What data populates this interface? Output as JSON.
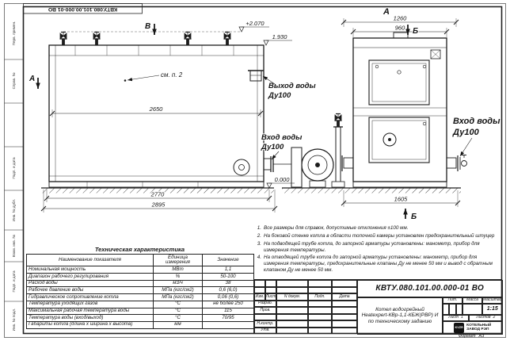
{
  "meta": {
    "doc_number_top": "КВТУ.080.101.00.000-01 ВО"
  },
  "side_strip": {
    "labels": [
      "Перв. примен.",
      "Справ. №",
      "Подп. и дата",
      "Инв. № дубл.",
      "Взам. инв. №",
      "Подп. и дата",
      "Инв. № подл."
    ]
  },
  "drawing": {
    "view_markers": {
      "a": "А",
      "b": "Б",
      "v": "В"
    },
    "see_note": "см. п. 2",
    "levels": {
      "top": "+2.070",
      "body": "1.930",
      "ground": "0.000"
    },
    "dims": {
      "d2650": "2650",
      "d2770": "2770",
      "d2895": "2895",
      "d1260": "1260",
      "d960": "960",
      "d1605": "1605"
    },
    "labels": {
      "outlet_line1": "Выход воды",
      "outlet_line2": "Ду100",
      "inlet_line1": "Вход воды",
      "inlet_line2": "Ду100",
      "inlet_right_line1": "Вход воды",
      "inlet_right_line2": "Ду100"
    }
  },
  "notes": {
    "items": [
      {
        "num": "1.",
        "text": "Все размеры для справок, допустимые отклонения ±100 мм."
      },
      {
        "num": "2.",
        "text": "На боковой стенке котла в области топочной камеры установлен предохранительный штуцер"
      },
      {
        "num": "3.",
        "text": "На подводящей трубе котла, до запорной арматуры установлены: манометр, прибор для измерения температуры."
      },
      {
        "num": "4.",
        "text": "На отводящей трубе котла до запорной арматуры установлены: манометр, прибор для измерения температуры, предохранительные клапаны Ду не менее 50 мм и вывод с обратным клапаном Ду не менее 50 мм."
      }
    ]
  },
  "tech_table": {
    "title": "Техническая характеристика",
    "headers": [
      "Наименование показателя",
      "Единица измерения",
      "Значение"
    ],
    "rows": [
      [
        "Номинальная мощность",
        "МВт",
        "1,1"
      ],
      [
        "Диапазон рабочего регулирования",
        "%",
        "50-100"
      ],
      [
        "Расход воды",
        "м3/ч",
        "38"
      ],
      [
        "Рабочее давление воды",
        "МПа (кгс/см2)",
        "0,6 (6,0)"
      ],
      [
        "Гидравлическое сопротивление котла",
        "МПа (кгс/см2)",
        "0,06 (0,6)"
      ],
      [
        "Температура уходящих газов",
        "°С",
        "не более 250"
      ],
      [
        "Максимальная рабочая температура воды",
        "°С",
        "115"
      ],
      [
        "Температура воды (вход/выход)",
        "°С",
        "70/95"
      ],
      [
        "Габариты котла (длина х ширина х высота)",
        "мм",
        ""
      ]
    ]
  },
  "title_block": {
    "doc_number": "КВТУ.080.101.00.000-01 ВО",
    "product_line1": "Котел водогрейный",
    "product_line2": "Heatexpert-КВр-1,1-КБЖ(РВР) И",
    "product_line3": "по техническому заданию",
    "cols": {
      "izm": "Изм.",
      "list": "Лист",
      "ndoc": "N докум.",
      "podp": "Подп.",
      "data": "Дата"
    },
    "roles": {
      "razrab": "Разраб.",
      "prov": "Пров.",
      "nkontr": "Н.контр.",
      "utv": "Утв."
    },
    "lit_label": "Лит.",
    "mass_label": "Масса",
    "scale_label": "Масштаб",
    "scale_value": "1:15",
    "sheet_label": "Лист",
    "sheet_value": "1",
    "sheets_label": "Листов",
    "sheets_value": "2",
    "logo_text": "KVZR",
    "company_line1": "КОТЕЛЬНЫЙ",
    "company_line2": "ЗАВОД РЭП",
    "format_label": "Формат",
    "format_value": "А3"
  }
}
